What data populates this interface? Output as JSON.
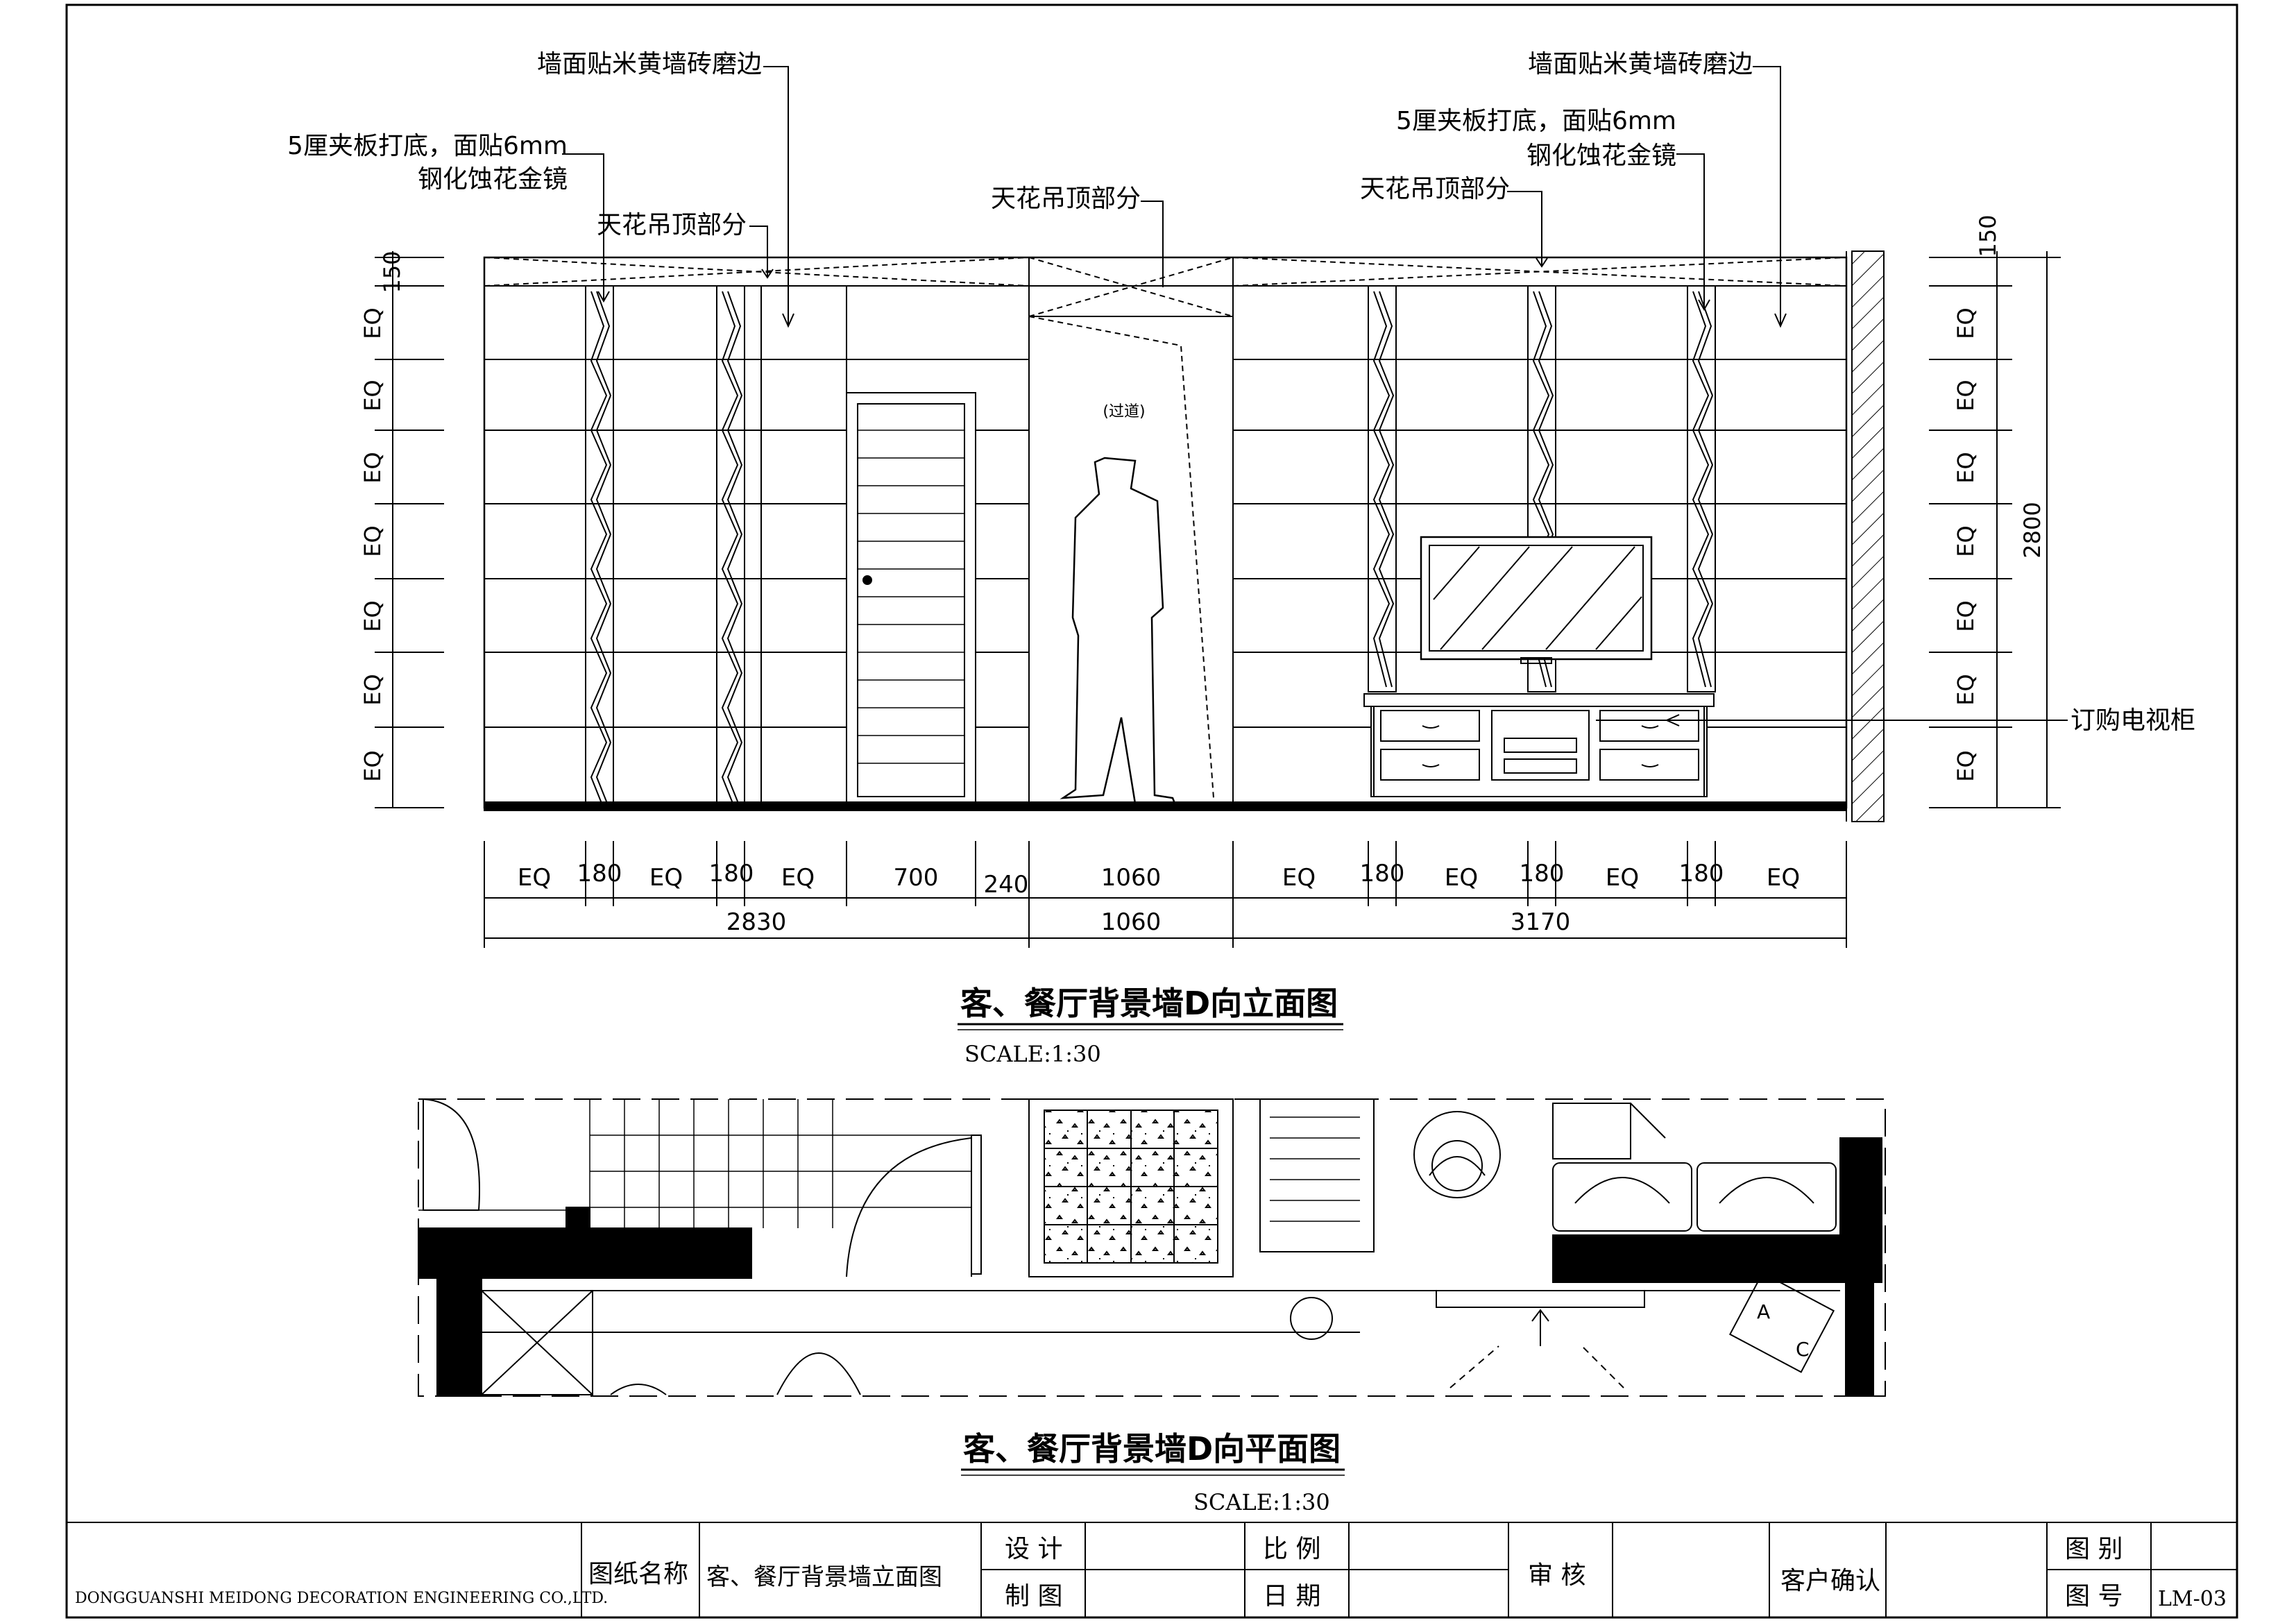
{
  "elevation": {
    "title": "客、餐厅背景墙D向立面图",
    "scale": "SCALE:1:30",
    "passage_label": "(过道)",
    "labels": {
      "tile_left": "墙面贴米黄墙砖磨边",
      "mirror_left_1": "5厘夹板打底，面贴6mm",
      "mirror_left_2": "钢化蚀花金镜",
      "ceiling_left": "天花吊顶部分",
      "ceiling_mid": "天花吊顶部分",
      "tile_right": "墙面贴米黄墙砖磨边",
      "mirror_right_1": "5厘夹板打底，面贴6mm",
      "mirror_right_2": "钢化蚀花金镜",
      "ceiling_right": "天花吊顶部分",
      "tv_cabinet": "订购电视柜"
    },
    "left_dims": [
      "150",
      "EQ",
      "EQ",
      "EQ",
      "EQ",
      "EQ",
      "EQ",
      "EQ"
    ],
    "right_dims": [
      "150",
      "EQ",
      "EQ",
      "EQ",
      "EQ",
      "EQ",
      "EQ",
      "EQ"
    ],
    "right_total": "2800",
    "bottom_dims_row1": [
      "EQ",
      "180",
      "EQ",
      "180",
      "EQ",
      "700",
      "240",
      "1060",
      "EQ",
      "180",
      "EQ",
      "180",
      "EQ",
      "180",
      "EQ"
    ],
    "bottom_dims_row2": [
      "2830",
      "1060",
      "3170"
    ]
  },
  "plan": {
    "title": "客、餐厅背景墙D向平面图",
    "scale": "SCALE:1:30",
    "sign_letters": [
      "A",
      "C"
    ]
  },
  "title_block": {
    "company": "DONGGUANSHI MEIDONG DECORATION ENGINEERING CO.,LTD.",
    "drawing_name_label": "图纸名称",
    "drawing_name": "客、餐厅背景墙立面图",
    "design_label": "设 计",
    "draw_label": "制 图",
    "scale_label": "比 例",
    "date_label": "日 期",
    "review_label": "审 核",
    "client_label": "客户确认",
    "category_label": "图 别",
    "number_label": "图 号",
    "number": "LM-03"
  }
}
